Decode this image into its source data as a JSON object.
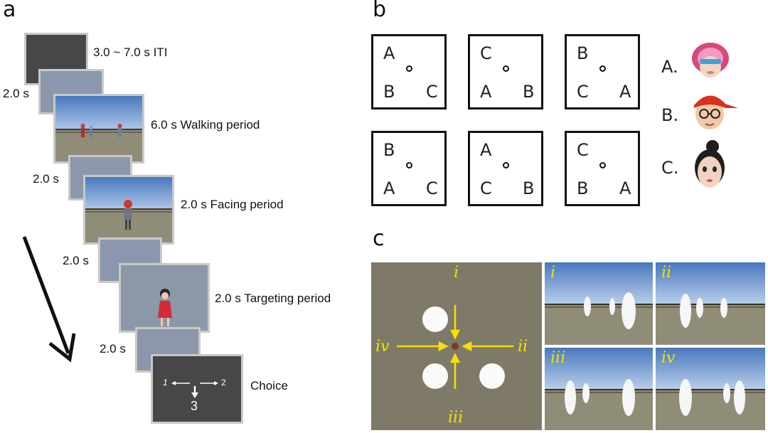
{
  "panels": {
    "a": "a",
    "b": "b",
    "c": "c"
  },
  "timeline": {
    "iti": "3.0 ~ 7.0 s ITI",
    "noise1": "2.0 s",
    "walking": "6.0 s Walking period",
    "noise2": "2.0 s",
    "facing": "2.0 s Facing period",
    "noise3": "2.0 s",
    "targeting": "2.0 s Targeting period",
    "noise4": "2.0 s",
    "choice": "Choice",
    "choice_screen": {
      "left": "1",
      "right": "2",
      "down": "3"
    }
  },
  "layouts": [
    {
      "top": "A",
      "bl": "B",
      "br": "C"
    },
    {
      "top": "C",
      "bl": "A",
      "br": "B"
    },
    {
      "top": "B",
      "bl": "C",
      "br": "A"
    },
    {
      "top": "B",
      "bl": "A",
      "br": "C"
    },
    {
      "top": "A",
      "bl": "C",
      "br": "B"
    },
    {
      "top": "C",
      "bl": "B",
      "br": "A"
    }
  ],
  "faces": [
    {
      "label": "A.",
      "icon": "face-a-icon"
    },
    {
      "label": "B.",
      "icon": "face-b-icon"
    },
    {
      "label": "C.",
      "icon": "face-c-icon"
    }
  ],
  "views": {
    "top": "i",
    "right": "ii",
    "bottom": "iii",
    "left": "iv"
  },
  "view_labels": [
    "i",
    "ii",
    "iii",
    "iv"
  ],
  "colors": {
    "arrow": "#f2e200",
    "sky": "#5b86c4",
    "ground": "#8f8c78",
    "dark_screen": "#474747"
  }
}
